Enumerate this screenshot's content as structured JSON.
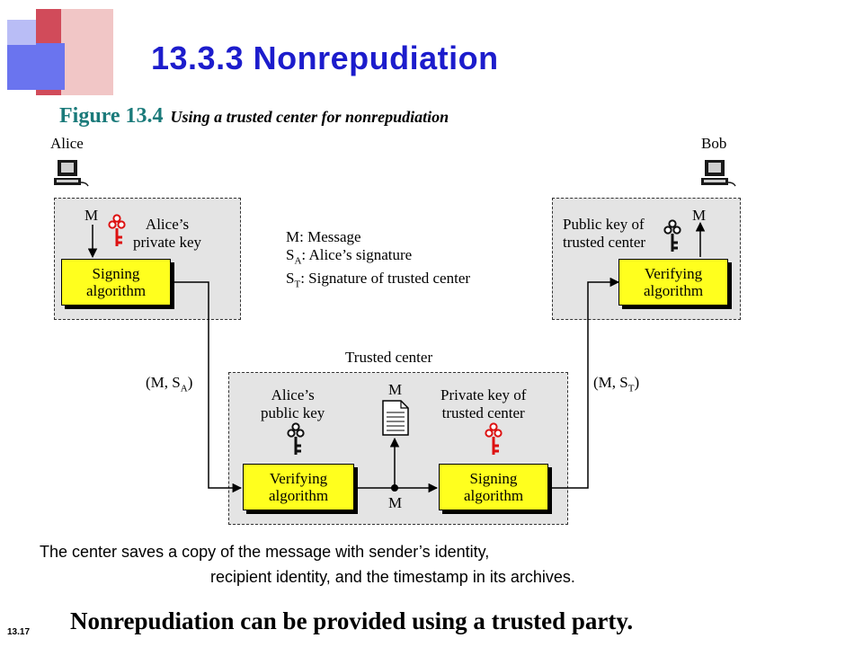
{
  "colors": {
    "title": "#1c1ccc",
    "figure_number": "#1a7a7a",
    "algorithm_box": "#ffff1e",
    "region": "#e4e4e4",
    "key": "#dd1111"
  },
  "title": "13.3.3  Nonrepudiation",
  "figure": {
    "number": "Figure 13.4",
    "caption": "Using a trusted center for nonrepudiation"
  },
  "alice": {
    "name": "Alice",
    "message": "M",
    "key_label": "Alice’s\nprivate key",
    "algorithm": "Signing\nalgorithm"
  },
  "bob": {
    "name": "Bob",
    "message": "M",
    "key_label": "Public key of\ntrusted center",
    "algorithm": "Verifying\nalgorithm"
  },
  "legend": {
    "m": "M: Message",
    "sa_base": "S",
    "sa_sub": "A",
    "sa_rest": ": Alice’s signature",
    "st_base": "S",
    "st_sub": "T",
    "st_rest": ": Signature of trusted center"
  },
  "trusted_center": {
    "title": "Trusted center",
    "public_key_label": "Alice’s\npublic key",
    "private_key_label": "Private key of\ntrusted center",
    "verify_algorithm": "Verifying\nalgorithm",
    "sign_algorithm": "Signing\nalgorithm",
    "doc_label": "M",
    "junction_label": "M"
  },
  "links": {
    "in_pre": "(M, S",
    "in_sub": "A",
    "in_post": ")",
    "out_pre": "(M, S",
    "out_sub": "T",
    "out_post": ")"
  },
  "note": {
    "line1": "The center saves a copy of the message with sender’s identity,",
    "line2": "recipient identity, and the timestamp in its archives."
  },
  "bottom_text": "Nonrepudiation can be provided using a trusted party.",
  "slide_number": "13.17",
  "icons": [
    "computer-icon",
    "key-icon",
    "document-icon"
  ]
}
